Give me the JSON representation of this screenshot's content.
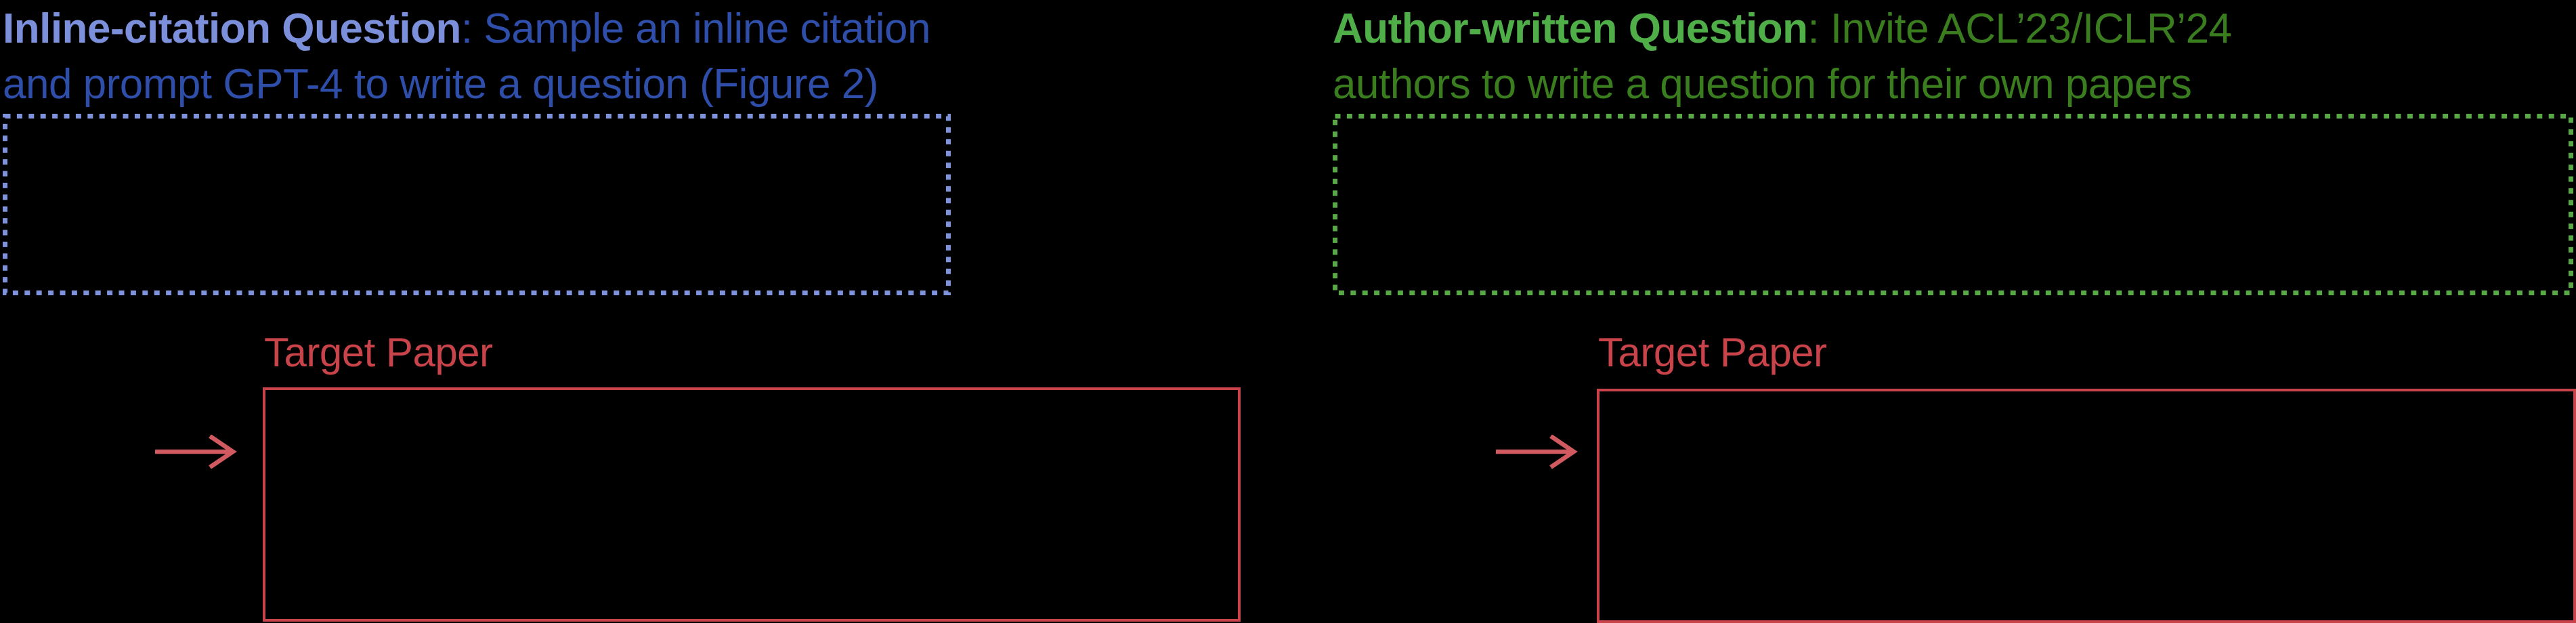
{
  "palette": {
    "background": "#000000",
    "blue_bold": "#7B8FDB",
    "blue_text": "#2E4EA9",
    "blue_border": "#7E93DC",
    "green_bold": "#4FAE48",
    "green_text": "#3A7D1E",
    "green_border": "#58A845",
    "red": "#C8434A",
    "arrow_red": "#D05A60"
  },
  "left_panel": {
    "heading_bold": "Inline-citation Question",
    "heading_rest_line1": ": Sample an inline citation",
    "heading_line2": "and prompt GPT-4 to write a question (Figure 2)",
    "target_paper_label": "Target Paper"
  },
  "right_panel": {
    "heading_bold": "Author-written Question",
    "heading_rest_line1": ": Invite ACL’23/ICLR’24",
    "heading_line2": "authors to write a question for their own papers",
    "target_paper_label": "Target Paper"
  }
}
